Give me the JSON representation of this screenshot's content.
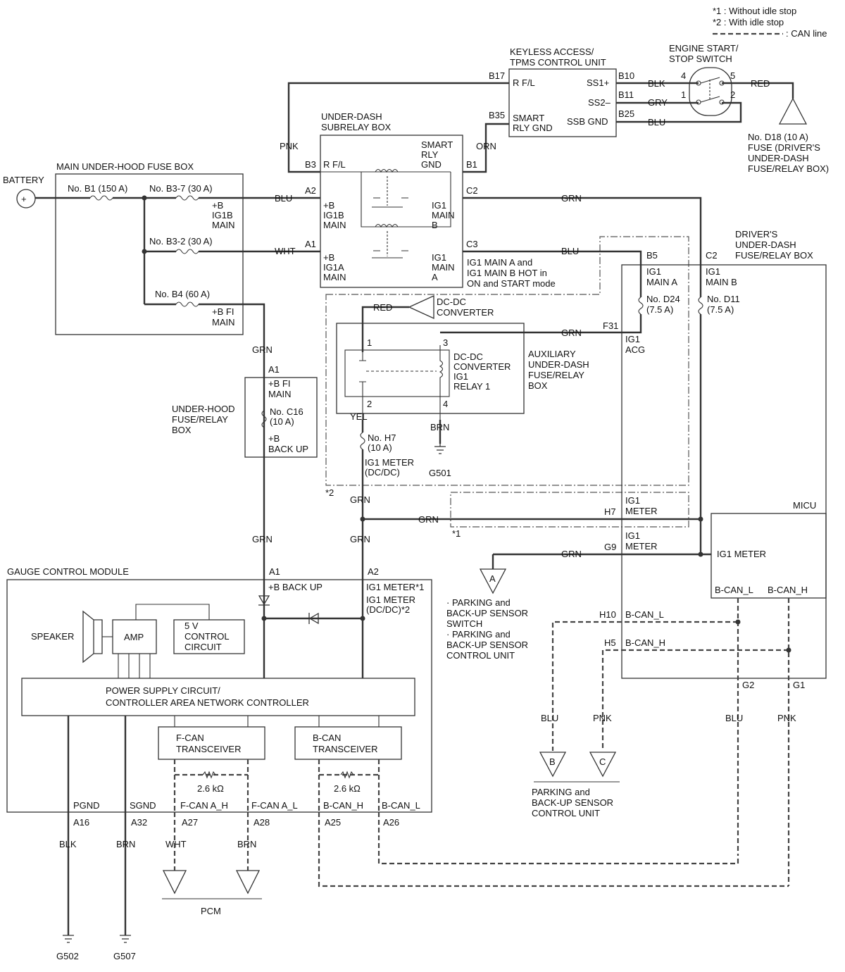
{
  "legend": {
    "note1": "*1 : Without idle stop",
    "note2": "*2 : With idle stop",
    "can_line": ": CAN line"
  },
  "components": {
    "keyless": [
      "KEYLESS ACCESS/",
      "TPMS CONTROL UNIT"
    ],
    "engine_switch": [
      "ENGINE START/",
      "STOP SWITCH"
    ],
    "fuse_d18": [
      "No. D18 (10 A)",
      "FUSE (DRIVER'S",
      "UNDER-DASH",
      "FUSE/RELAY BOX)"
    ],
    "subrelay": [
      "UNDER-DASH",
      "SUBRELAY BOX"
    ],
    "main_fuse_box": "MAIN UNDER-HOOD FUSE BOX",
    "battery": "BATTERY",
    "driver_box": [
      "DRIVER'S",
      "UNDER-DASH",
      "FUSE/RELAY BOX"
    ],
    "dcdc_converter": [
      "DC-DC",
      "CONVERTER"
    ],
    "aux_box": [
      "AUXILIARY",
      "UNDER-DASH",
      "FUSE/RELAY",
      "BOX"
    ],
    "dcdc_relay": [
      "DC-DC",
      "CONVERTER",
      "IG1",
      "RELAY 1"
    ],
    "underhood_box": [
      "UNDER-HOOD",
      "FUSE/RELAY",
      "BOX"
    ],
    "micu": "MICU",
    "gcm": "GAUGE CONTROL MODULE",
    "speaker": "SPEAKER",
    "amp": "AMP",
    "control_5v": [
      "5 V",
      "CONTROL",
      "CIRCUIT"
    ],
    "psc": [
      "POWER SUPPLY CIRCUIT/",
      "CONTROLLER AREA NETWORK CONTROLLER"
    ],
    "fcan": [
      "F-CAN",
      "TRANSCEIVER"
    ],
    "bcan": [
      "B-CAN",
      "TRANSCEIVER"
    ],
    "parking_a": [
      "· PARKING and",
      "BACK-UP SENSOR",
      "SWITCH",
      "· PARKING and",
      "BACK-UP SENSOR",
      "CONTROL UNIT"
    ],
    "parking_bc": [
      "PARKING and",
      "BACK-UP SENSOR",
      "CONTROL UNIT"
    ],
    "pcm": "PCM",
    "resistor": "2.6 kΩ",
    "hot_note": [
      "IG1 MAIN A and",
      "IG1 MAIN B HOT in",
      "ON and START mode"
    ]
  },
  "fuses": {
    "b1": "No. B1 (150 A)",
    "b37": "No. B3-7 (30 A)",
    "b32": "No. B3-2 (30 A)",
    "b4": "No. B4 (60 A)",
    "c16": [
      "No. C16",
      "(10 A)"
    ],
    "h7": [
      "No. H7",
      "(10 A)"
    ],
    "d24": [
      "No. D24",
      "(7.5 A)"
    ],
    "d11": [
      "No. D11",
      "(7.5 A)"
    ]
  },
  "terminals": {
    "keyless": {
      "rfl": "R F/L",
      "smart_rly_gnd": [
        "SMART",
        "RLY GND"
      ],
      "ss1": "SS1+",
      "ss2": "SS2–",
      "ssb_gnd": "SSB GND"
    },
    "subrelay": {
      "rfl": "R F/L",
      "smart_rly_gnd": [
        "SMART",
        "RLY",
        "GND"
      ],
      "ig1b_in": [
        "+B",
        "IG1B",
        "MAIN"
      ],
      "ig1b_out": [
        "IG1",
        "MAIN",
        "B"
      ],
      "ig1a_in": [
        "+B",
        "IG1A",
        "MAIN"
      ],
      "ig1a_out": [
        "IG1",
        "MAIN",
        "A"
      ]
    },
    "main_box": {
      "ig1b": [
        "+B",
        "IG1B",
        "MAIN"
      ],
      "fi": [
        "+B FI",
        "MAIN"
      ]
    },
    "underhood": {
      "fi": [
        "+B FI",
        "MAIN"
      ],
      "backup": [
        "+B",
        "BACK UP"
      ]
    },
    "driver": {
      "ig1a": [
        "IG1",
        "MAIN A"
      ],
      "ig1b": [
        "IG1",
        "MAIN B"
      ],
      "acg": [
        "IG1",
        "ACG"
      ],
      "meter_h7": [
        "IG1",
        "METER"
      ],
      "meter_g9": [
        "IG1",
        "METER"
      ],
      "bcanl": "B-CAN_L",
      "bcanh": "B-CAN_H"
    },
    "micu": {
      "meter": "IG1 METER",
      "bcanl": "B-CAN_L",
      "bcanh": "B-CAN_H"
    },
    "gcm": {
      "backup": "+B BACK UP",
      "meter1": "IG1 METER*1",
      "meter2": [
        "IG1 METER",
        "(DC/DC)*2"
      ],
      "pgnd": "PGND",
      "sgnd": "SGND",
      "fcanh": "F-CAN A_H",
      "fcanl": "F-CAN A_L",
      "bcanh": "B-CAN_H",
      "bcanl": "B-CAN_L"
    },
    "h7_meter": [
      "IG1 METER",
      "(DC/DC)"
    ]
  },
  "pins": {
    "b17": "B17",
    "b35": "B35",
    "b10": "B10",
    "b11": "B11",
    "b25": "B25",
    "b3": "B3",
    "b1": "B1",
    "a2": "A2",
    "c2": "C2",
    "a1": "A1",
    "c3": "C3",
    "b5": "B5",
    "c2d": "C2",
    "f31": "F31",
    "h7": "H7",
    "g9": "G9",
    "h10": "H10",
    "h5": "H5",
    "g2": "G2",
    "g1": "G1",
    "ua1": "A1",
    "ga1": "A1",
    "ga2": "A2",
    "a16": "A16",
    "a32": "A32",
    "a27": "A27",
    "a28": "A28",
    "a25": "A25",
    "a26": "A26",
    "sw4": "4",
    "sw5": "5",
    "sw1": "1",
    "sw2": "2",
    "r1": "1",
    "r2": "2",
    "r3": "3",
    "r4": "4"
  },
  "wires": {
    "pnk": "PNK",
    "orn": "ORN",
    "blk_sw": "BLK",
    "gry": "GRY",
    "blu_sw": "BLU",
    "red_sw": "RED",
    "blu_a2": "BLU",
    "grn_c2": "GRN",
    "wht_a1": "WHT",
    "blu_c3": "BLU",
    "red_dc": "RED",
    "grn_f31": "GRN",
    "yel": "YEL",
    "brn_r": "BRN",
    "grn_fi": "GRN",
    "grn_up": "GRN",
    "grn_h7": "GRN",
    "grn_lo1": "GRN",
    "grn_lo2": "GRN",
    "grn_g9": "GRN",
    "blu_b": "BLU",
    "pnk_c": "PNK",
    "blu_g2": "BLU",
    "pnk_g1": "PNK",
    "blk_pg": "BLK",
    "brn_sg": "BRN",
    "wht_pcm": "WHT",
    "brn_pcm": "BRN"
  },
  "grounds": {
    "g501": "G501",
    "g502": "G502",
    "g507": "G507"
  },
  "connectors": {
    "a": "A",
    "b": "B",
    "c": "C"
  },
  "markers": {
    "idle2": "*2",
    "idle1": "*1"
  }
}
